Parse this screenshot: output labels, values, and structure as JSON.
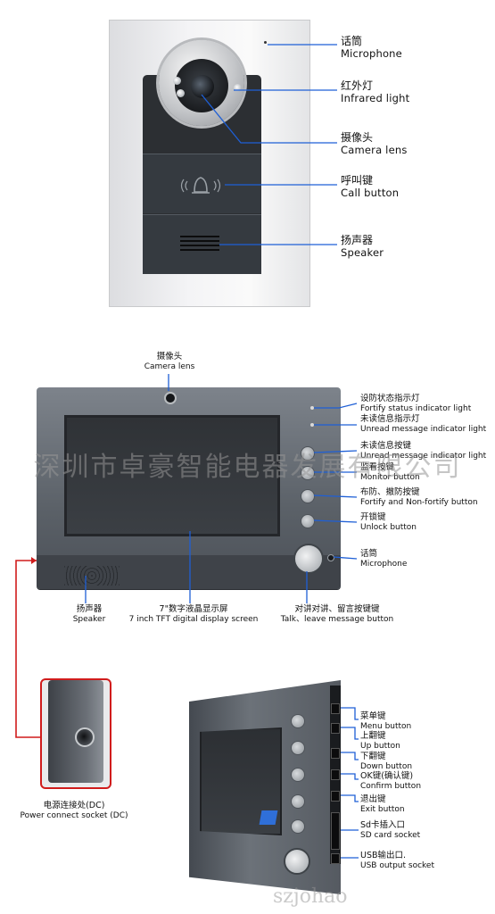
{
  "outdoor_unit": {
    "microphone": {
      "cn": "话筒",
      "en": "Microphone"
    },
    "infrared": {
      "cn": "红外灯",
      "en": "Infrared light"
    },
    "camera": {
      "cn": "摄像头",
      "en": "Camera  lens"
    },
    "call": {
      "cn": "呼叫键",
      "en": "Call button"
    },
    "speaker": {
      "cn": "扬声器",
      "en": "Speaker"
    }
  },
  "indoor_unit": {
    "camera": {
      "cn": "摄像头",
      "en": "Camera  lens"
    },
    "fortify_status": {
      "cn": "设防状态指示灯",
      "en": "Fortify status indicator light"
    },
    "unread_light": {
      "cn": "未读信息指示灯",
      "en": "Unread message indicator light"
    },
    "unread_button": {
      "cn": "未读信息按键",
      "en": "Unread message indicator light"
    },
    "monitor": {
      "cn": "监看按键",
      "en": "Monitor button"
    },
    "fortify_button": {
      "cn": "布防、撤防按键",
      "en": "Fortify and Non-fortify button"
    },
    "unlock": {
      "cn": "开锁键",
      "en": "Unlock button"
    },
    "microphone": {
      "cn": "话筒",
      "en": "Microphone"
    },
    "speaker": {
      "cn": "扬声器",
      "en": "Speaker"
    },
    "screen": {
      "cn": "7\"数字液晶显示屏",
      "en": "7 inch TFT digital display screen"
    },
    "talk": {
      "cn": "对讲对讲、留言按键键",
      "en": "Talk、leave message button"
    }
  },
  "power": {
    "cn": "电源连接处(DC)",
    "en": "Power connect socket (DC)"
  },
  "side_buttons": {
    "menu": {
      "cn": "菜单键",
      "en": "Menu button"
    },
    "up": {
      "cn": "上翻键",
      "en": "Up button"
    },
    "down": {
      "cn": "下翻键",
      "en": "Down button"
    },
    "ok": {
      "cn": "OK键(确认键)",
      "en": "Confirm button"
    },
    "exit": {
      "cn": "退出键",
      "en": "Exit button"
    },
    "sd": {
      "cn": "Sd卡插入口",
      "en": "SD card socket"
    },
    "usb": {
      "cn": "USB输出口.",
      "en": "USB output socket"
    }
  },
  "watermark": "深圳市卓豪智能电器发展有限公司",
  "watermark_bottom": "szjohao",
  "colors": {
    "leader_line": "#1e5fd6",
    "red_line": "#d01c1c"
  }
}
